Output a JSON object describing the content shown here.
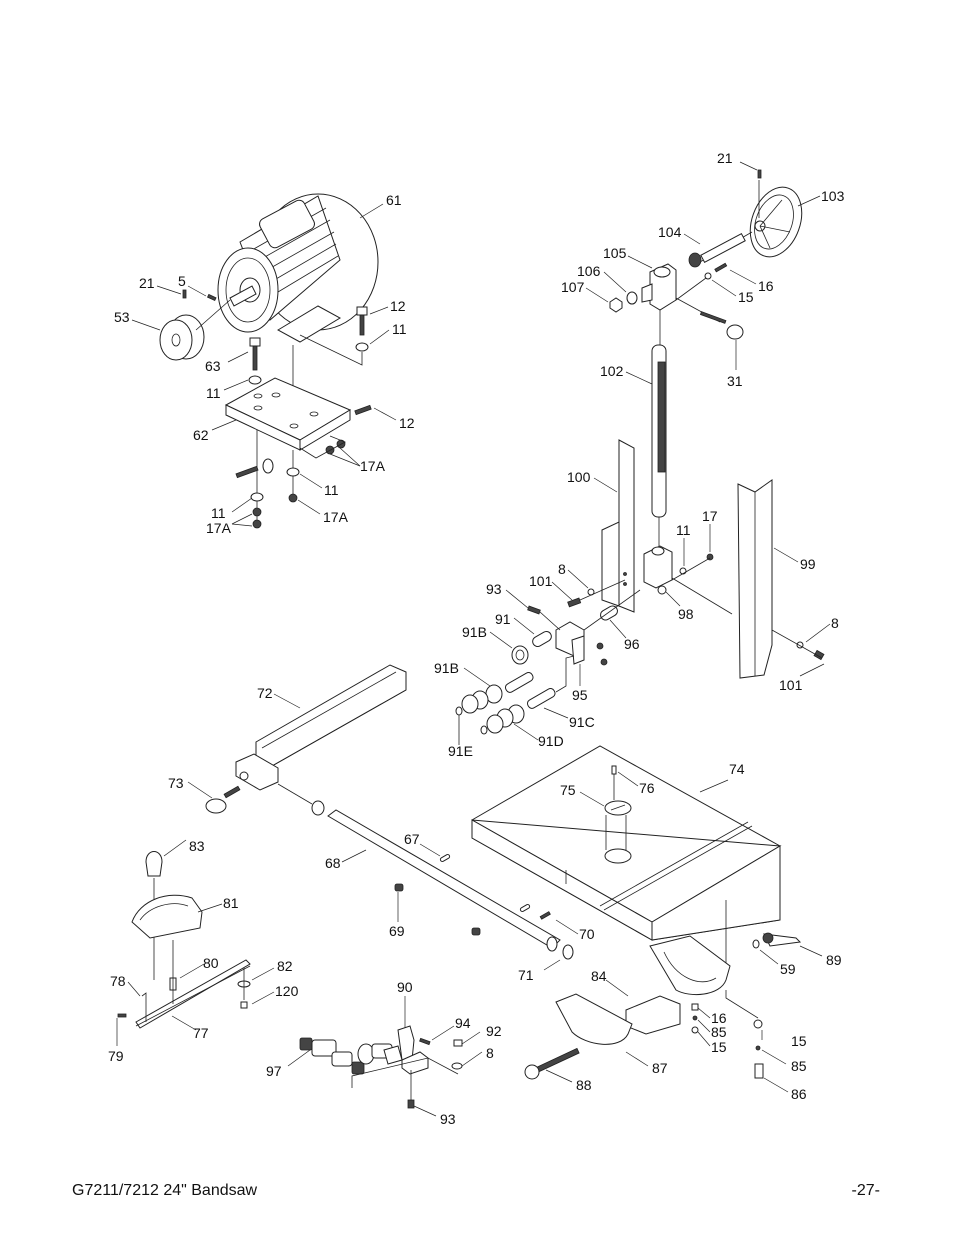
{
  "footer": {
    "title": "G7211/7212 24\" Bandsaw",
    "page": "-27-"
  },
  "callouts": [
    {
      "id": "61",
      "text": "61"
    },
    {
      "id": "21a",
      "text": "21"
    },
    {
      "id": "5",
      "text": "5"
    },
    {
      "id": "53",
      "text": "53"
    },
    {
      "id": "12a",
      "text": "12"
    },
    {
      "id": "11a",
      "text": "11"
    },
    {
      "id": "63",
      "text": "63"
    },
    {
      "id": "11b",
      "text": "11"
    },
    {
      "id": "62",
      "text": "62"
    },
    {
      "id": "12b",
      "text": "12"
    },
    {
      "id": "17Aa",
      "text": "17A"
    },
    {
      "id": "11c",
      "text": "11"
    },
    {
      "id": "11d",
      "text": "11"
    },
    {
      "id": "17Ab",
      "text": "17A"
    },
    {
      "id": "17Ac",
      "text": "17A"
    },
    {
      "id": "21b",
      "text": "21"
    },
    {
      "id": "103",
      "text": "103"
    },
    {
      "id": "104",
      "text": "104"
    },
    {
      "id": "105",
      "text": "105"
    },
    {
      "id": "106",
      "text": "106"
    },
    {
      "id": "107",
      "text": "107"
    },
    {
      "id": "16a",
      "text": "16"
    },
    {
      "id": "15a",
      "text": "15"
    },
    {
      "id": "31",
      "text": "31"
    },
    {
      "id": "102",
      "text": "102"
    },
    {
      "id": "100",
      "text": "100"
    },
    {
      "id": "11e",
      "text": "11"
    },
    {
      "id": "17",
      "text": "17"
    },
    {
      "id": "99",
      "text": "99"
    },
    {
      "id": "8a",
      "text": "8"
    },
    {
      "id": "101a",
      "text": "101"
    },
    {
      "id": "93a",
      "text": "93"
    },
    {
      "id": "98",
      "text": "98"
    },
    {
      "id": "91",
      "text": "91"
    },
    {
      "id": "96",
      "text": "96"
    },
    {
      "id": "91Ba",
      "text": "91B"
    },
    {
      "id": "8b",
      "text": "8"
    },
    {
      "id": "101b",
      "text": "101"
    },
    {
      "id": "91Bb",
      "text": "91B"
    },
    {
      "id": "95",
      "text": "95"
    },
    {
      "id": "91C",
      "text": "91C"
    },
    {
      "id": "91D",
      "text": "91D"
    },
    {
      "id": "91E",
      "text": "91E"
    },
    {
      "id": "72",
      "text": "72"
    },
    {
      "id": "74",
      "text": "74"
    },
    {
      "id": "76",
      "text": "76"
    },
    {
      "id": "75",
      "text": "75"
    },
    {
      "id": "73",
      "text": "73"
    },
    {
      "id": "67",
      "text": "67"
    },
    {
      "id": "68",
      "text": "68"
    },
    {
      "id": "83",
      "text": "83"
    },
    {
      "id": "81",
      "text": "81"
    },
    {
      "id": "69",
      "text": "69"
    },
    {
      "id": "70",
      "text": "70"
    },
    {
      "id": "71",
      "text": "71"
    },
    {
      "id": "89",
      "text": "89"
    },
    {
      "id": "59",
      "text": "59"
    },
    {
      "id": "80",
      "text": "80"
    },
    {
      "id": "82",
      "text": "82"
    },
    {
      "id": "78",
      "text": "78"
    },
    {
      "id": "120",
      "text": "120"
    },
    {
      "id": "84",
      "text": "84"
    },
    {
      "id": "90",
      "text": "90"
    },
    {
      "id": "77",
      "text": "77"
    },
    {
      "id": "94",
      "text": "94"
    },
    {
      "id": "92",
      "text": "92"
    },
    {
      "id": "16b",
      "text": "16"
    },
    {
      "id": "85a",
      "text": "85"
    },
    {
      "id": "15b",
      "text": "15"
    },
    {
      "id": "15c",
      "text": "15"
    },
    {
      "id": "8c",
      "text": "8"
    },
    {
      "id": "79",
      "text": "79"
    },
    {
      "id": "97",
      "text": "97"
    },
    {
      "id": "87",
      "text": "87"
    },
    {
      "id": "85b",
      "text": "85"
    },
    {
      "id": "88",
      "text": "88"
    },
    {
      "id": "86",
      "text": "86"
    },
    {
      "id": "93b",
      "text": "93"
    }
  ]
}
